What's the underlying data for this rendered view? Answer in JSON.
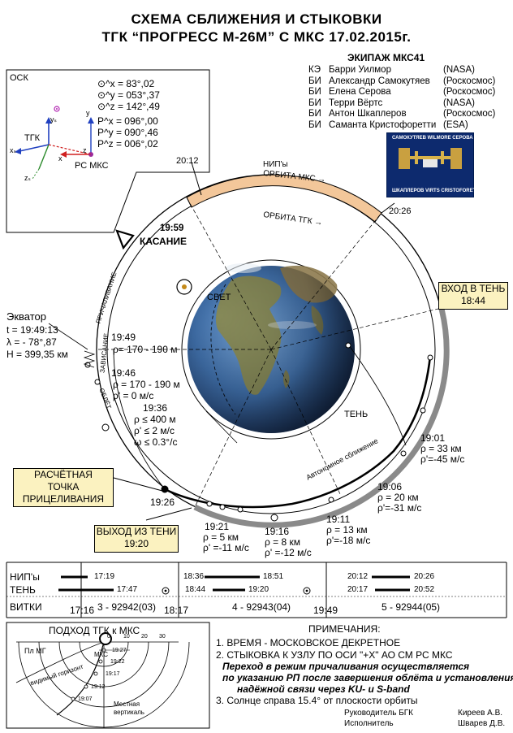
{
  "title": {
    "line1": "СХЕМА СБЛИЖЕНИЯ И СТЫКОВКИ",
    "line2": "ТГК “ПРОГРЕСС М-26М”  С МКС  17.02.2015г."
  },
  "crew": {
    "heading": "ЭКИПАЖ  МКС41",
    "members": [
      {
        "role": "КЭ",
        "name": "Барри Уилмор",
        "agency": "(NASA)"
      },
      {
        "role": "БИ",
        "name": "Александр Самокутяев",
        "agency": "(Роскосмос)"
      },
      {
        "role": "БИ",
        "name": "Елена Серова",
        "agency": "(Роскосмос)"
      },
      {
        "role": "БИ",
        "name": "Терри Вёртс",
        "agency": "(NASA)"
      },
      {
        "role": "БИ",
        "name": "Антон Шкаплеров",
        "agency": "(Роскосмос)"
      },
      {
        "role": "БИ",
        "name": "Саманта Кристофоретти",
        "agency": "(ESA)"
      }
    ],
    "patch_top": "САМОКУТЯЕВ  WILMORE  СЕРОВА",
    "patch_bottom": "ШКАПЛЕРОВ  VIRTS  CRISTOFORETTI"
  },
  "osk": {
    "label": "ОСК",
    "angles": [
      "⊙^x = 83°,02",
      "⊙^y = 053°,37",
      "⊙^z = 142°,49",
      "P^x = 096°,00",
      "P^y = 090°,46",
      "P^z = 006°,02"
    ],
    "tgk_label": "ТГК",
    "rs_label": "РС МКС",
    "axis_y": "y",
    "axis_x": "x",
    "axis_z": "z",
    "axis_ys": "yₛ",
    "axis_xs": "xₛ",
    "axis_zs": "zₛ"
  },
  "orbit": {
    "nip_label": "НИП'ы",
    "iss_orbit": "ОРБИТА МКС →",
    "tgk_orbit": "ОРБИТА ТГК →",
    "nip_start": "20:12",
    "nip_end": "20:26",
    "light": "СВЕТ",
    "shadow": "ТЕНЬ",
    "autonomous": "Автономное сближение",
    "berthing": "ПРИЧАЛИВАНИЕ",
    "hover": "ЗАВИСАНИЕ",
    "flyaround": "ОБЛЁТ"
  },
  "contact": {
    "time": "19:59",
    "label": "КАСАНИЕ"
  },
  "equator": {
    "label": "Экватор",
    "t": "t = 19:49:13",
    "lambda": "λ = - 78°,87",
    "h": "H =  399,35 км"
  },
  "events": {
    "e1949": {
      "time": "19:49",
      "rho": "ρ= 170 - 190 м"
    },
    "e1946": {
      "time": "19:46",
      "rho": "ρ = 170 - 190 м",
      "rate": "ρ' = 0 м/с"
    },
    "e1936": {
      "time": "19:36",
      "rho": "ρ ≤ 400 м",
      "rate": "ρ' ≤ 2 м/с",
      "omega": "ω ≤ 0.3°/с"
    },
    "e1901": {
      "time": "19:01",
      "rho": "ρ = 33 км",
      "rate": "ρ'=-45 м/с"
    },
    "e1906": {
      "time": "19:06",
      "rho": "ρ = 20 км",
      "rate": "ρ'=-31 м/с"
    },
    "e1911": {
      "time": "19:11",
      "rho": "ρ = 13 км",
      "rate": "ρ'=-18 м/с"
    },
    "e1916": {
      "time": "19:16",
      "rho": "ρ = 8 км",
      "rate": "ρ' =-12 м/с"
    },
    "e1921": {
      "time": "19:21",
      "rho": "ρ = 5 км",
      "rate": "ρ' =-11 м/с"
    },
    "e1926": {
      "time": "19:26"
    }
  },
  "callouts": {
    "shadow_in": {
      "label": "ВХОД В ТЕНЬ",
      "time": "18:44"
    },
    "shadow_out": {
      "label": "ВЫХОД ИЗ ТЕНИ",
      "time": "19:20"
    },
    "aim_point": {
      "line1": "РАСЧЁТНАЯ",
      "line2": "ТОЧКА",
      "line3": "ПРИЦЕЛИВАНИЯ"
    }
  },
  "timeline": {
    "row_nip": "НИП'ы",
    "row_shadow": "ТЕНЬ",
    "row_orbits": "ВИТКИ",
    "nip_times": [
      "17:19",
      "18:36",
      "18:51",
      "20:12",
      "20:26"
    ],
    "shadow_times": [
      "17:47",
      "18:44",
      "19:20",
      "20:17",
      "20:52"
    ],
    "orbit_ticks": [
      "17:16",
      "18:17",
      "19:49"
    ],
    "orbit_labels": [
      "3 - 92942(03)",
      "4 - 92943(04)",
      "5 - 92944(05)"
    ]
  },
  "approach": {
    "title": "ПОДХОД ТГК к МКС",
    "pl_mg": "Пл МГ",
    "iss": "МКС",
    "visible_horizon": "видимый горизонт",
    "local_vertical_1": "Местная",
    "local_vertical_2": "вертикаль",
    "scale": [
      "0",
      "10",
      "20",
      "30"
    ],
    "times": [
      "19:27",
      "19:22",
      "19:17",
      "19:12",
      "19:07"
    ]
  },
  "notes": {
    "heading": "ПРИМЕЧАНИЯ:",
    "n1": "1. ВРЕМЯ - МОСКОВСКОЕ ДЕКРЕТНОЕ",
    "n2": "2. СТЫКОВКА К УЗЛУ  ПО ОСИ \"+X\" АО СМ РС МКС",
    "n2a": "Переход в режим причаливания осуществляется",
    "n2b": "по указанию РП  после завершения облёта и установления",
    "n2c": "надёжной связи  через KU- и S-band",
    "n3": "3. Солнце справа 15.4° от плоскости орбиты"
  },
  "signatures": {
    "r1_role": "Руководитель БГК",
    "r1_name": "Киреев А.В.",
    "r2_role": "Исполнитель",
    "r2_name": "Шварев Д.В."
  }
}
